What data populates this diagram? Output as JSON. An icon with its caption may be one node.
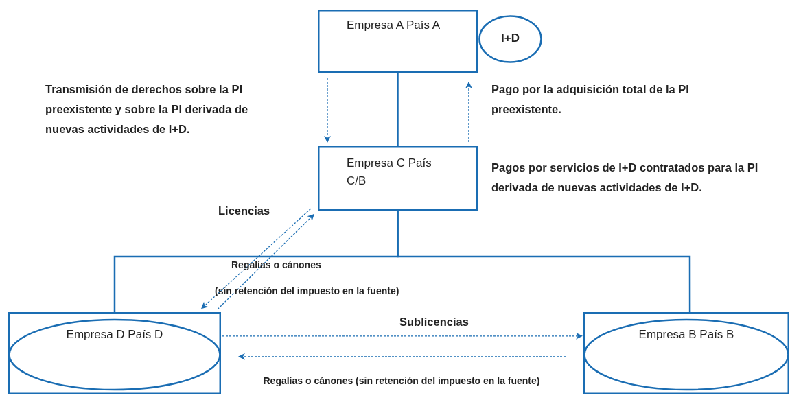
{
  "diagram": {
    "nodes": [
      {
        "text": [
          "Empresa A País A"
        ]
      },
      {
        "text": [
          "I+D"
        ]
      },
      {
        "text": [
          "Empresa C País C/B"
        ]
      },
      {
        "text": [
          "Empresa D País D"
        ]
      },
      {
        "text": [
          "Empresa B País B"
        ]
      }
    ],
    "edges": [
      {
        "from": 0,
        "to": 2,
        "arrow": "none"
      },
      {
        "from": 0,
        "to": 2,
        "arrow": "to",
        "style": "dashed"
      },
      {
        "from": 2,
        "to": 0,
        "arrow": "to",
        "style": "dashed"
      },
      {
        "from": 2,
        "to": 3,
        "arrow": "none"
      },
      {
        "from": 2,
        "to": 4,
        "arrow": "none"
      },
      {
        "from": 2,
        "to": 3,
        "arrow": "to",
        "style": "dashed"
      },
      {
        "from": 3,
        "to": 2,
        "arrow": "to",
        "style": "dashed"
      },
      {
        "from": 3,
        "to": 4,
        "arrow": "to",
        "style": "dashed",
        "label": "Sublicencias"
      },
      {
        "from": 4,
        "to": 3,
        "arrow": "to",
        "style": "dashed"
      }
    ],
    "labels": [
      "Transmisión de derechos sobre la PI preexistente y sobre la PI derivada de nuevas actividades de I+D.",
      "Pago por la adquisición total de la PI preexistente.",
      "Pagos por servicios de I+D contratados para la PI derivada de nuevas actividades de I+D.",
      "Licencias",
      "Regalías o cánones",
      "(sin retención del impuesto en la fuente)",
      "Regalías o cánones (sin retención del impuesto en la fuente)"
    ]
  }
}
